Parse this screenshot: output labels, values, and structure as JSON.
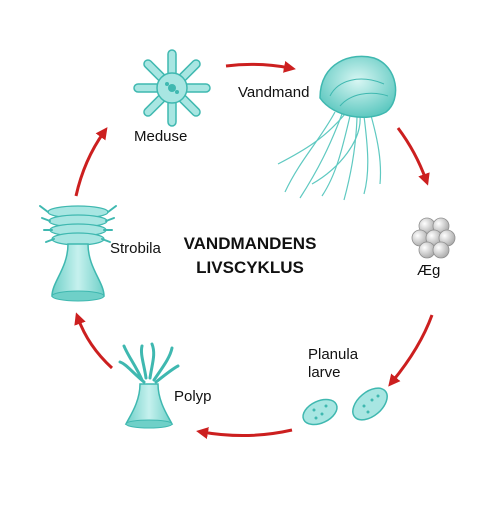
{
  "title": {
    "line1": "VANDMANDENS",
    "line2": "LIVSCYKLUS"
  },
  "stages": {
    "medusa": "Meduse",
    "jellyfish": "Vandmand",
    "eggs": "Æg",
    "planula_line1": "Planula",
    "planula_line2": "larve",
    "polyp": "Polyp",
    "strobila": "Strobila"
  },
  "colors": {
    "organism_fill": "#a8e6e2",
    "organism_stroke": "#3fb8b0",
    "arrow": "#cc1f1f",
    "egg": "#d9d9d9"
  }
}
